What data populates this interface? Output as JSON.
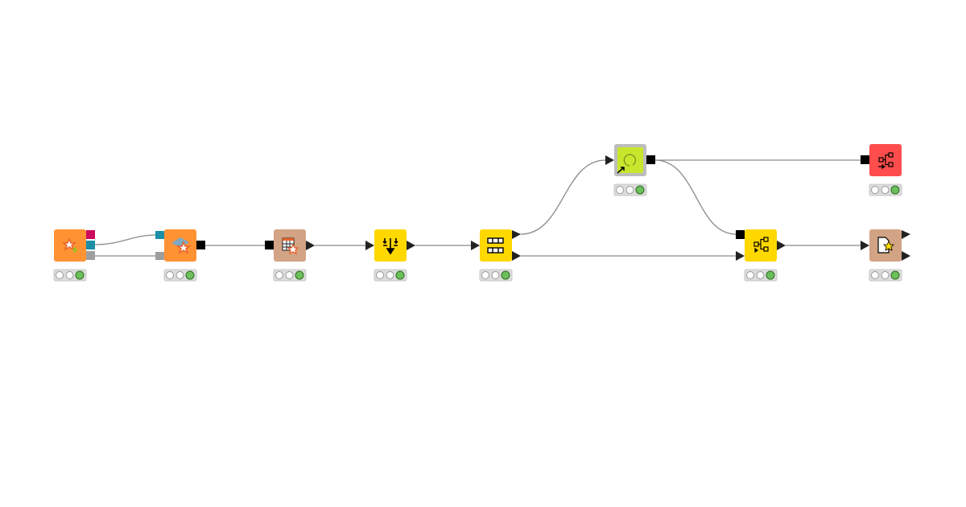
{
  "colors": {
    "source": "#FF9233",
    "learner_manip": "#D2A384",
    "manipulator": "#FFD800",
    "loop": "#C8E62B",
    "loop_border": "#BDBDBD",
    "predictor_red": "#FF4D4D",
    "status_green": "#6CBF5B",
    "port_pink": "#CC0A5C",
    "port_teal": "#1B8EA8",
    "port_gray": "#9E9E9E"
  },
  "nodes": [
    {
      "id": "n1",
      "kind": "source",
      "icon": "star-plus-icon",
      "status": "executed"
    },
    {
      "id": "n2",
      "kind": "source",
      "icon": "model-star-icon",
      "status": "executed"
    },
    {
      "id": "n3",
      "kind": "manipulator",
      "icon": "table-star-icon",
      "status": "executed"
    },
    {
      "id": "n4",
      "kind": "manipulator",
      "icon": "merge-down-icon",
      "status": "executed"
    },
    {
      "id": "n5",
      "kind": "manipulator",
      "icon": "partition-icon",
      "status": "executed"
    },
    {
      "id": "n6",
      "kind": "loop",
      "icon": "loop-icon",
      "status": "executed"
    },
    {
      "id": "n7",
      "kind": "predictor",
      "icon": "tree-ensemble-icon",
      "status": "executed"
    },
    {
      "id": "n8",
      "kind": "predictor",
      "icon": "tree-ensemble-icon",
      "status": "executed"
    },
    {
      "id": "n9",
      "kind": "other",
      "icon": "document-star-icon",
      "status": "executed"
    }
  ]
}
